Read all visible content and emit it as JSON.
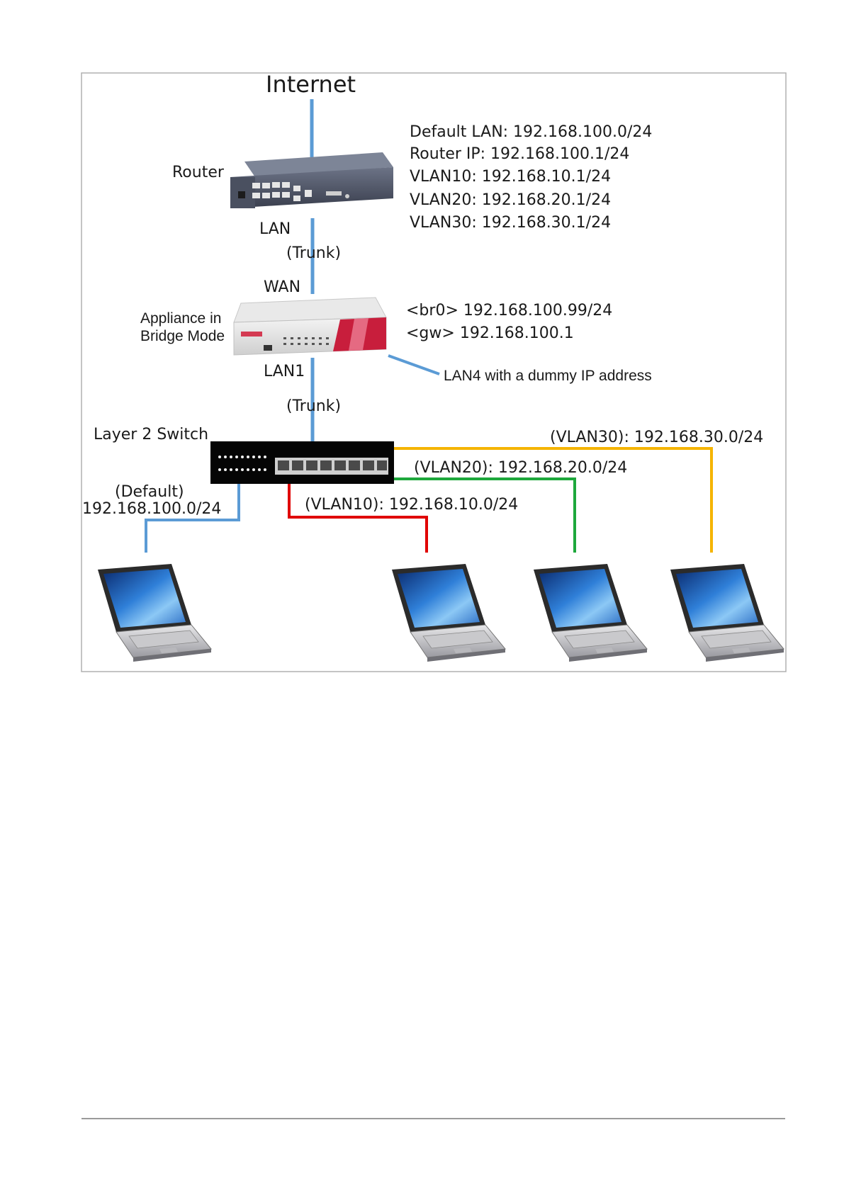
{
  "diagram": {
    "internet_label": "Internet",
    "router": {
      "label": "Router",
      "lan_label": "LAN",
      "trunk_label": "(Trunk)",
      "info": [
        "Default LAN: 192.168.100.0/24",
        "Router IP: 192.168.100.1/24",
        "VLAN10: 192.168.10.1/24",
        "VLAN20: 192.168.20.1/24",
        "VLAN30: 192.168.30.1/24"
      ]
    },
    "appliance": {
      "label_line1": "Appliance in",
      "label_line2": "Bridge Mode",
      "wan_label": "WAN",
      "lan1_label": "LAN1",
      "trunk_label": "(Trunk)",
      "br0": "<br0> 192.168.100.99/24",
      "gw": "<gw> 192.168.100.1",
      "lan4_note": "LAN4 with a dummy IP address"
    },
    "switch": {
      "label": "Layer 2 Switch"
    },
    "links": {
      "default_line1": "(Default)",
      "default_line2": "192.168.100.0/24",
      "vlan10": "(VLAN10): 192.168.10.0/24",
      "vlan20": "(VLAN20): 192.168.20.0/24",
      "vlan30": "(VLAN30): 192.168.30.0/24"
    },
    "colors": {
      "default_link": "#5b9bd5",
      "vlan10": "#e00000",
      "vlan20": "#1ea83c",
      "vlan30": "#f5b400",
      "frame": "#b0b0b0"
    }
  }
}
